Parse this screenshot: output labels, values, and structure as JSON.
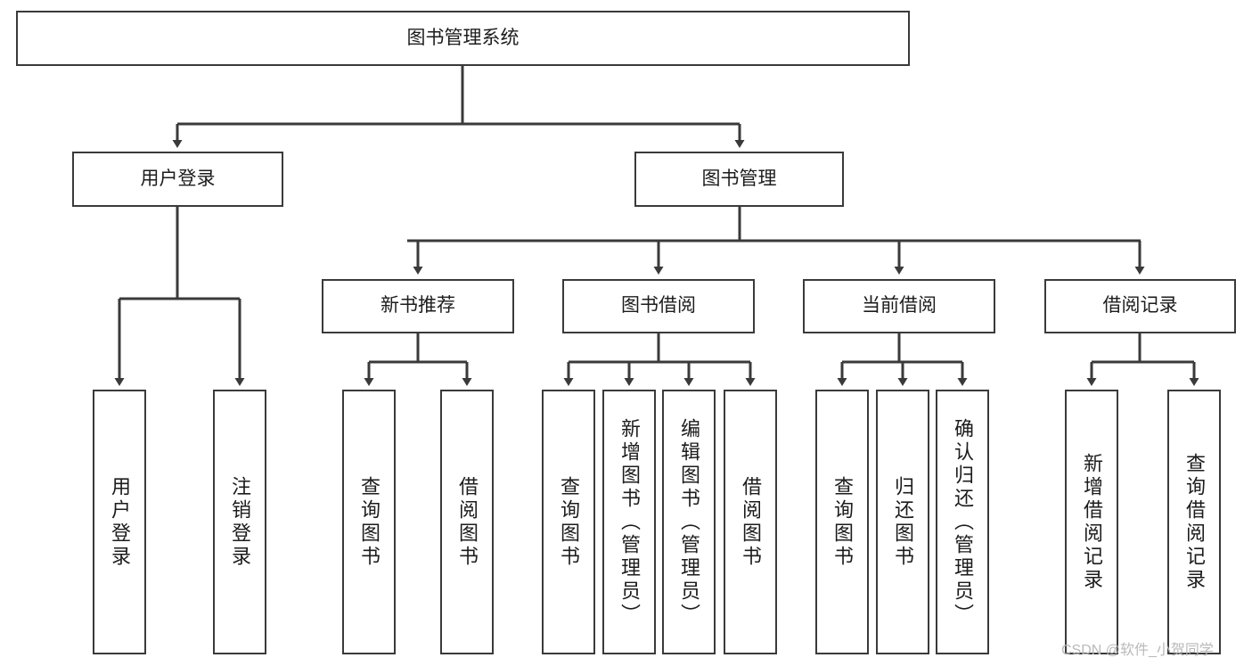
{
  "diagram": {
    "title": "图书管理系统",
    "type": "tree-hierarchy-diagram",
    "colors": {
      "box_border": "#3a3a3a",
      "box_fill": "#ffffff",
      "text": "#1c1c1c",
      "connector": "#3a3a3a",
      "watermark": "#b9b9b9",
      "background": "#ffffff"
    },
    "root": {
      "label": "图书管理系统"
    },
    "level2": [
      {
        "label": "用户登录"
      },
      {
        "label": "图书管理"
      }
    ],
    "level3": [
      {
        "label": "新书推荐"
      },
      {
        "label": "图书借阅"
      },
      {
        "label": "当前借阅"
      },
      {
        "label": "借阅记录"
      }
    ],
    "leaves": {
      "user_login": [
        {
          "label": "用户登录"
        },
        {
          "label": "注销登录"
        }
      ],
      "new_book_recommend": [
        {
          "label": "查询图书"
        },
        {
          "label": "借阅图书"
        }
      ],
      "book_borrow": [
        {
          "label": "查询图书"
        },
        {
          "label": "新增图书（管理员）"
        },
        {
          "label": "编辑图书（管理员）"
        },
        {
          "label": "借阅图书"
        }
      ],
      "current_borrow": [
        {
          "label": "查询图书"
        },
        {
          "label": "归还图书"
        },
        {
          "label": "确认归还（管理员）"
        }
      ],
      "borrow_record": [
        {
          "label": "新增借阅记录"
        },
        {
          "label": "查询借阅记录"
        }
      ]
    }
  },
  "watermark": {
    "text": "CSDN @软件_小贺同学"
  }
}
